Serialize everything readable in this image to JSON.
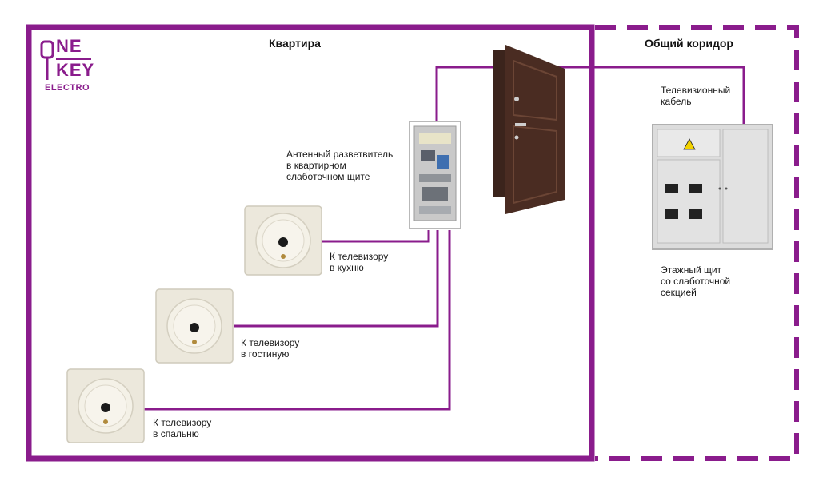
{
  "logo": {
    "line1": "NE",
    "line2": "KEY",
    "line3": "ELECTRO",
    "color": "#8a1c8c"
  },
  "zones": {
    "apartment": "Квартира",
    "corridor": "Общий коридор"
  },
  "labels": {
    "splitter": [
      "Антенный разветвитель",
      "в квартирном",
      "слаботочном щите"
    ],
    "tv_cable": [
      "Телевизионный",
      "кабель"
    ],
    "floor_panel": [
      "Этажный щит",
      "со слаботочной",
      "секцией"
    ],
    "kitchen": [
      "К телевизору",
      "в кухню"
    ],
    "living": [
      "К телевизору",
      "в гостиную"
    ],
    "bedroom": [
      "К телевизору",
      "в спальню"
    ]
  },
  "colors": {
    "accent": "#8a1c8c",
    "socket": "#ece8dc",
    "door": "#4a2c22",
    "cabinet": "#d9d9d9"
  }
}
